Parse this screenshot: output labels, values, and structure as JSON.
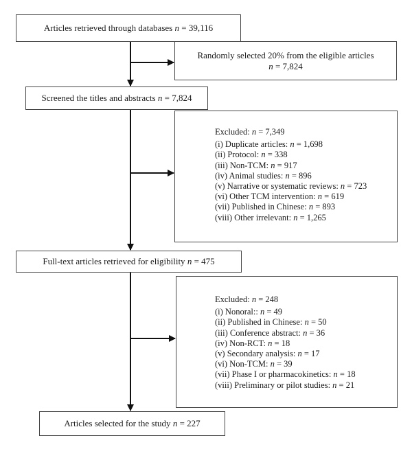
{
  "flow": {
    "n_symbol": "n",
    "eq": " = ",
    "retrieved": {
      "label": "Articles retrieved through databases",
      "value": "39,116"
    },
    "randomly": {
      "line1": "Randomly selected 20% from the eligible articles",
      "value": "7,824"
    },
    "screened": {
      "label": "Screened the titles and abstracts",
      "value": "7,824"
    },
    "excluded1": {
      "head_label": "Excluded:",
      "head_value": "7,349",
      "items": [
        {
          "label": "(i) Duplicate articles:",
          "value": "1,698"
        },
        {
          "label": "(ii) Protocol:",
          "value": "338"
        },
        {
          "label": "(iii) Non-TCM:",
          "value": "917"
        },
        {
          "label": "(iv) Animal studies:",
          "value": "896"
        },
        {
          "label": "(v) Narrative or systematic reviews:",
          "value": "723"
        },
        {
          "label": "(vi) Other TCM intervention:",
          "value": "619"
        },
        {
          "label": "(vii) Published in Chinese:",
          "value": "893"
        },
        {
          "label": "(viii) Other irrelevant:",
          "value": "1,265"
        }
      ]
    },
    "fulltext": {
      "label": "Full-text articles retrieved for eligibility",
      "value": "475"
    },
    "excluded2": {
      "head_label": "Excluded:",
      "head_value": "248",
      "items": [
        {
          "label": "(i) Nonoral::",
          "value": "49"
        },
        {
          "label": "(ii) Published in Chinese:",
          "value": "50"
        },
        {
          "label": "(iii) Conference abstract:",
          "value": "36"
        },
        {
          "label": "(iv) Non-RCT:",
          "value": "18"
        },
        {
          "label": "(v) Secondary analysis:",
          "value": "17"
        },
        {
          "label": "(vi) Non-TCM:",
          "value": "39"
        },
        {
          "label": "(vii) Phase I or pharmacokinetics:",
          "value": "18"
        },
        {
          "label": "(viii) Preliminary or pilot studies:",
          "value": "21"
        }
      ]
    },
    "selected": {
      "label": "Articles selected for the study",
      "value": "227"
    }
  },
  "colors": {
    "line": "#111111",
    "border": "#444444"
  }
}
